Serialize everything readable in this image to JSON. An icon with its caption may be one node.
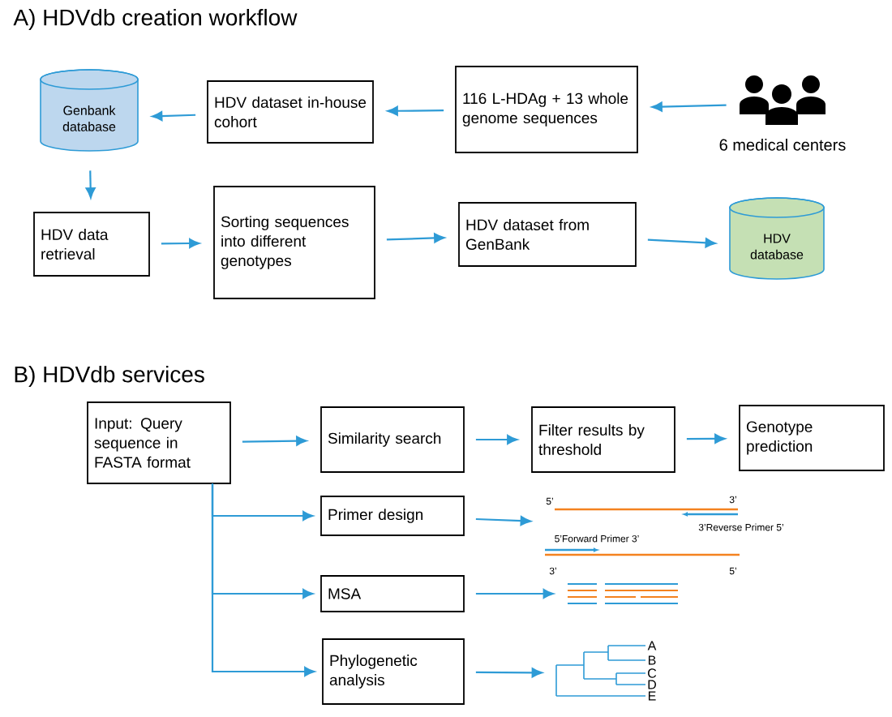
{
  "diagram": {
    "nodes": [
      {
        "text": [
          "Genbank database"
        ]
      },
      {
        "text": [
          "HDV dataset in-house cohort"
        ]
      },
      {
        "text": [
          "116 L-HDAg + 13 whole genome sequences"
        ]
      },
      {
        "text": [],
        "shape": "person",
        "beside": [
          "6 medical centers"
        ]
      },
      {
        "text": [
          "HDV data retrieval"
        ]
      },
      {
        "text": [
          "Sorting sequences into different genotypes"
        ]
      },
      {
        "text": [
          "HDV dataset from GenBank"
        ]
      },
      {
        "text": [
          "HDV database"
        ]
      },
      {
        "text": [
          "Input: Query sequence in FASTA format"
        ]
      },
      {
        "text": [
          "Similarity search"
        ]
      },
      {
        "text": [
          "Filter results by threshold"
        ]
      },
      {
        "text": [
          "Genotype prediction"
        ]
      },
      {
        "text": [
          "Primer design"
        ]
      },
      {
        "text": [
          "MSA"
        ]
      },
      {
        "text": [
          "Phylogenetic analysis"
        ]
      },
      {
        "text": [],
        "shape": "picture"
      },
      {
        "text": [],
        "shape": "picture"
      },
      {
        "text": [],
        "shape": "picture",
        "beside": [
          "A",
          "B",
          "C",
          "D",
          "E"
        ]
      }
    ],
    "edges": [
      {
        "from": 3,
        "to": 2,
        "arrow": "to"
      },
      {
        "from": 2,
        "to": 1,
        "arrow": "to"
      },
      {
        "from": 1,
        "to": 0,
        "arrow": "to"
      },
      {
        "from": 0,
        "to": 4,
        "arrow": "to"
      },
      {
        "from": 4,
        "to": 5,
        "arrow": "to"
      },
      {
        "from": 5,
        "to": 6,
        "arrow": "to"
      },
      {
        "from": 6,
        "to": 7,
        "arrow": "to"
      },
      {
        "from": 8,
        "to": 9,
        "arrow": "to"
      },
      {
        "from": 9,
        "to": 10,
        "arrow": "to"
      },
      {
        "from": 10,
        "to": 11,
        "arrow": "to"
      },
      {
        "from": 8,
        "to": 12,
        "arrow": "to"
      },
      {
        "from": 8,
        "to": 13,
        "arrow": "to"
      },
      {
        "from": 8,
        "to": 14,
        "arrow": "to"
      },
      {
        "from": 12,
        "to": 15,
        "arrow": "to"
      },
      {
        "from": 13,
        "to": 16,
        "arrow": "to"
      },
      {
        "from": 14,
        "to": 17,
        "arrow": "to"
      }
    ],
    "labels": [
      "A) HDVdb creation workflow",
      "B) HDVdb services",
      "5’",
      "3’",
      "3’Reverse Primer 5’",
      "5’Forward Primer 3’",
      "3’",
      "5’"
    ]
  }
}
